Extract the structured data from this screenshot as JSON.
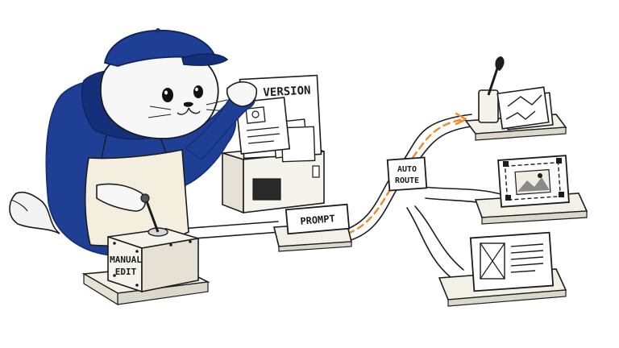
{
  "labels": {
    "version": "VERSION",
    "manual_edit_line1": "MANUAL",
    "manual_edit_line2": "EDIT",
    "prompt": "PROMPT",
    "auto_route_line1": "AUTO",
    "auto_route_line2": "ROUTE"
  },
  "colors": {
    "hoodie": "#1f3f94",
    "hoodie_dark": "#14307a",
    "cap": "#1f3f94",
    "route_dash": "#f08a24",
    "ink": "#1c1c1c",
    "apron": "#f4eedf",
    "box_face": "#f6f3ec"
  },
  "icons": [
    "paintbrush-jar-icon",
    "image-crop-icon",
    "layout-page-icon"
  ]
}
